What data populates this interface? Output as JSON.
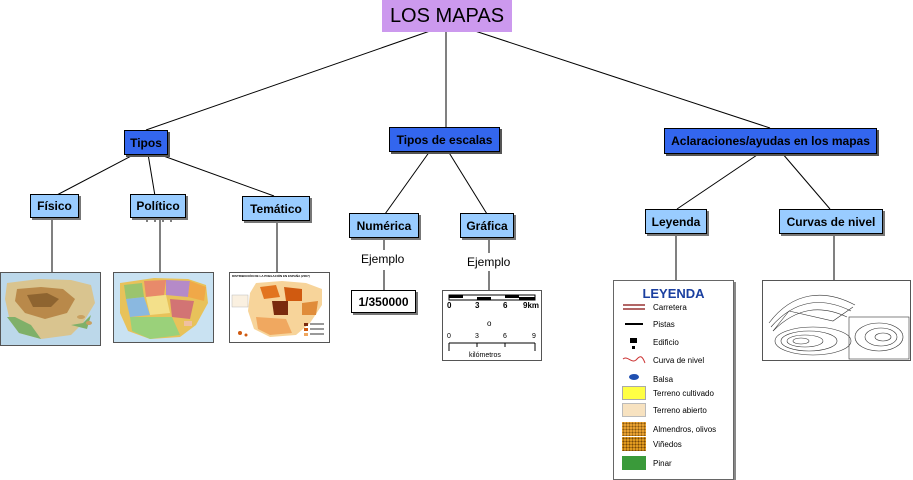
{
  "root": {
    "label": "LOS MAPAS"
  },
  "branches": {
    "tipos": {
      "label": "Tipos",
      "children": {
        "fisico": {
          "label": "Físico"
        },
        "politico": {
          "label": "Político"
        },
        "tematico": {
          "label": "Temático",
          "image_caption": "DISTRIBUCIÓN DE LA POBLACIÓN EN ESPAÑA (2007)"
        }
      }
    },
    "escalas": {
      "label": "Tipos de escalas",
      "children": {
        "numerica": {
          "label": "Numérica",
          "example_label": "Ejemplo",
          "example_value": "1/350000"
        },
        "grafica": {
          "label": "Gráfica",
          "example_label": "Ejemplo",
          "scale_top_ticks": [
            "0",
            "3",
            "6",
            "9km"
          ],
          "scale_mid": "o",
          "scale_bottom_ticks": [
            "0",
            "3",
            "6",
            "9"
          ],
          "scale_unit": "kilómetros"
        }
      }
    },
    "ayudas": {
      "label": "Aclaraciones/ayudas en los mapas",
      "children": {
        "leyenda": {
          "label": "Leyenda"
        },
        "curvas": {
          "label": "Curvas de nivel"
        }
      }
    }
  },
  "legend": {
    "title": "LEYENDA",
    "items": [
      {
        "label": "Carretera",
        "symbol": "double-line",
        "color": "#993333"
      },
      {
        "label": "Pistas",
        "symbol": "line",
        "color": "#000000"
      },
      {
        "label": "Edificio",
        "symbol": "block",
        "color": "#000000"
      },
      {
        "label": "Curva de nivel",
        "symbol": "curve",
        "color": "#cc3333"
      },
      {
        "label": "Balsa",
        "symbol": "ellipse",
        "color": "#1f4fb0"
      },
      {
        "label": "Terreno cultivado",
        "symbol": "fill",
        "color": "#ffff44"
      },
      {
        "label": "Terreno abierto",
        "symbol": "fill",
        "color": "#f7e2c0"
      },
      {
        "label": "Almendros, olivos",
        "symbol": "dots",
        "color": "#e8a030"
      },
      {
        "label": "Viñedos",
        "symbol": "dots",
        "color": "#e09a20"
      },
      {
        "label": "Pinar",
        "symbol": "fill",
        "color": "#3a9a3a"
      }
    ]
  },
  "colors": {
    "root": "#cc99ee",
    "level1": "#3366ee",
    "level2": "#99ccff",
    "legend_title": "#1a3fa0"
  }
}
